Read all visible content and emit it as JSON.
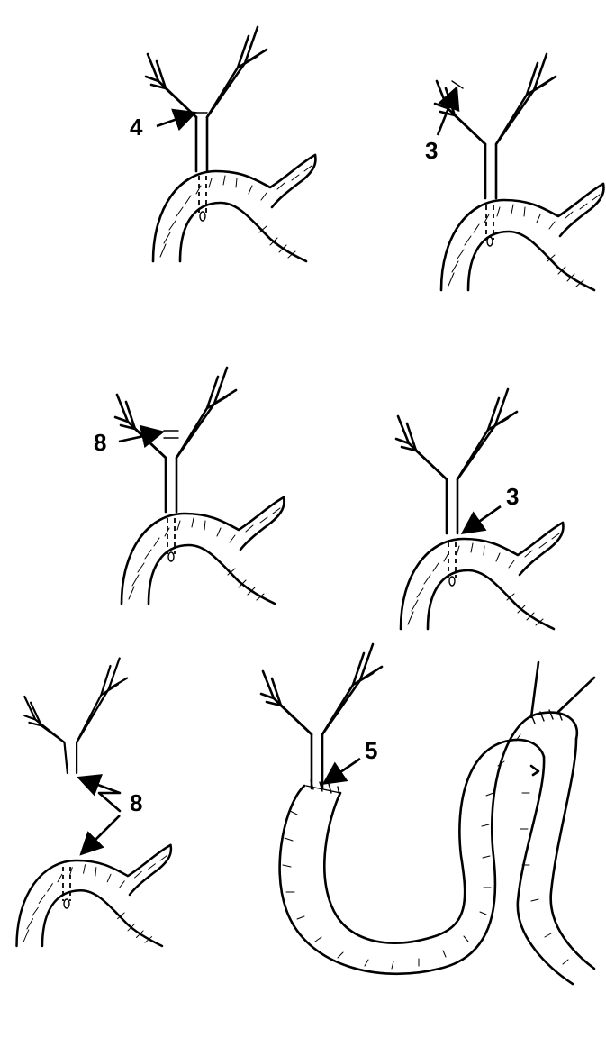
{
  "panels": [
    {
      "id": "top-left",
      "label": "4"
    },
    {
      "id": "top-right",
      "label": "3"
    },
    {
      "id": "middle-left",
      "label": "8"
    },
    {
      "id": "middle-right",
      "label": "3"
    },
    {
      "id": "bottom-left",
      "label": "8"
    },
    {
      "id": "bottom-right",
      "label": "5"
    }
  ]
}
